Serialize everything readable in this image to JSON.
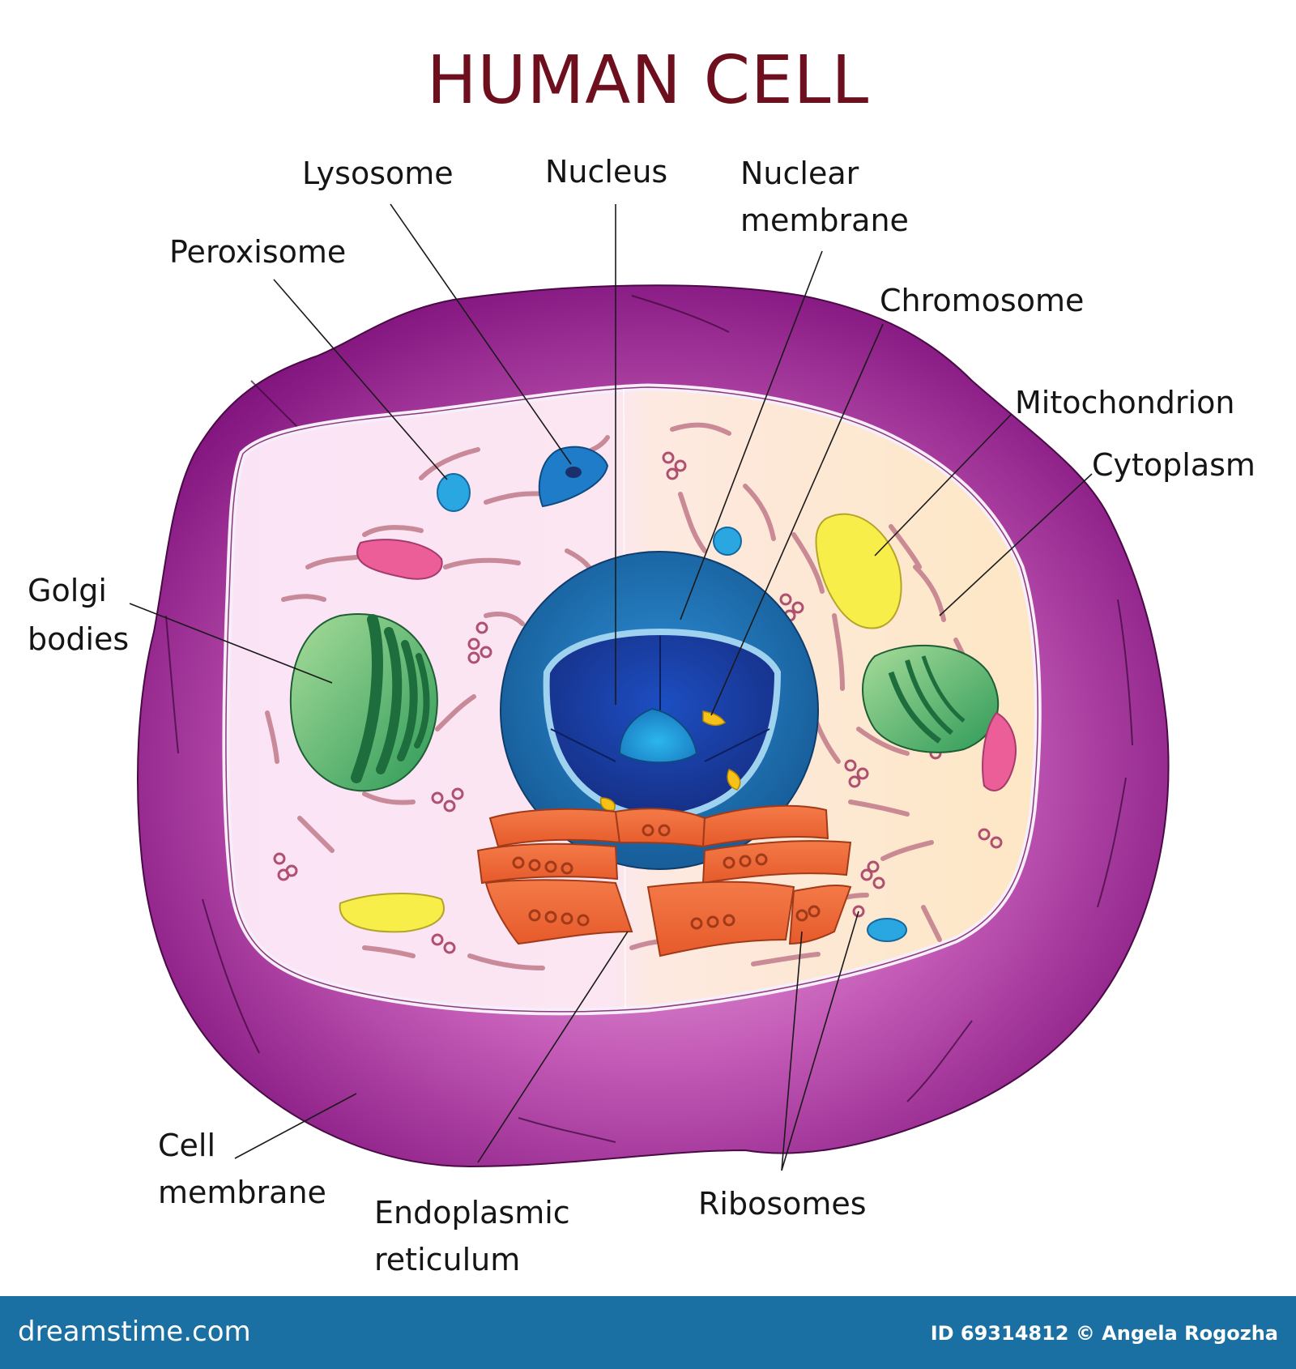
{
  "title": "HUMAN CELL",
  "labels": {
    "lysosome": "Lysosome",
    "nucleus": "Nucleus",
    "nuclear_membrane_1": "Nuclear",
    "nuclear_membrane_2": "membrane",
    "peroxisome": "Peroxisome",
    "chromosome": "Chromosome",
    "mitochondrion": "Mitochondrion",
    "cytoplasm": "Cytoplasm",
    "golgi_1": "Golgi",
    "golgi_2": "bodies",
    "cell_membrane_1": "Cell",
    "cell_membrane_2": "membrane",
    "er_1": "Endoplasmic",
    "er_2": "reticulum",
    "ribosomes": "Ribosomes"
  },
  "footer": {
    "site": "dreamstime.com",
    "credit": "ID 69314812 © Angela Rogozha"
  },
  "colors": {
    "title": "#6e0f1e",
    "membrane": "#8a1a85",
    "cytoplasm_left": "#fbe3f3",
    "cytoplasm_right": "#fdeacd",
    "nucleus_outer": "#1f6fae",
    "nucleus_inner": "#1b3d9e",
    "golgi": "#2f9e5c",
    "er": "#f06a3a",
    "mitochondrion": "#f7ee4a",
    "footer": "#1a6fa3"
  }
}
